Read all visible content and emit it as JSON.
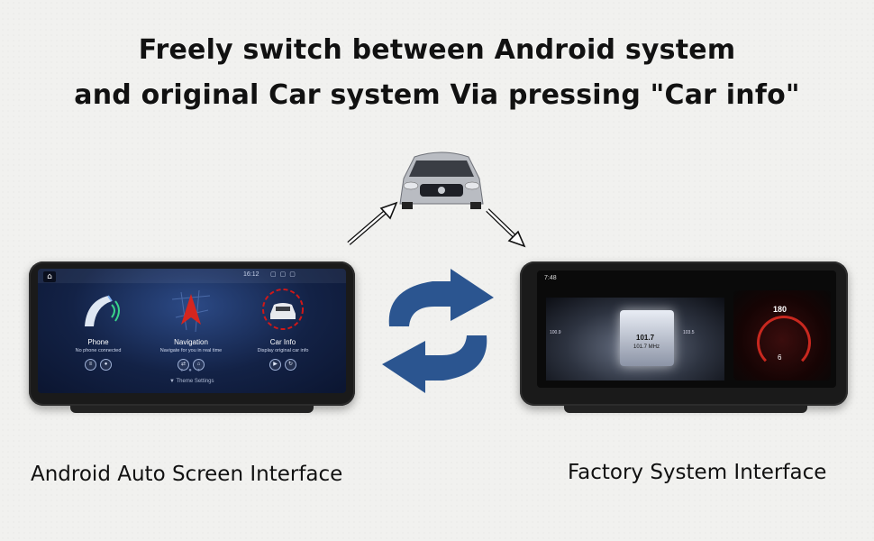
{
  "headline": {
    "line1": "Freely switch between Android system",
    "line2": "and original Car system Via pressing \"Car info\""
  },
  "captions": {
    "left": "Android Auto Screen Interface",
    "right": "Factory System Interface"
  },
  "left_screen": {
    "status_time": "16:12",
    "tiles": [
      {
        "title": "Phone",
        "subtitle": "No phone connected"
      },
      {
        "title": "Navigation",
        "subtitle": "Navigate for you in real time"
      },
      {
        "title": "Car Info",
        "subtitle": "Display original car info"
      }
    ],
    "theme_settings": "▼ Theme Settings"
  },
  "right_screen": {
    "time": "7:48",
    "gauge_value_main": "101.7",
    "gauge_value_sub": "101.7 MHz",
    "cluster_speed": "180",
    "cluster_gear": "6"
  },
  "colors": {
    "switch_arrows": "#2b5590",
    "highlight_circle": "#d01818"
  }
}
